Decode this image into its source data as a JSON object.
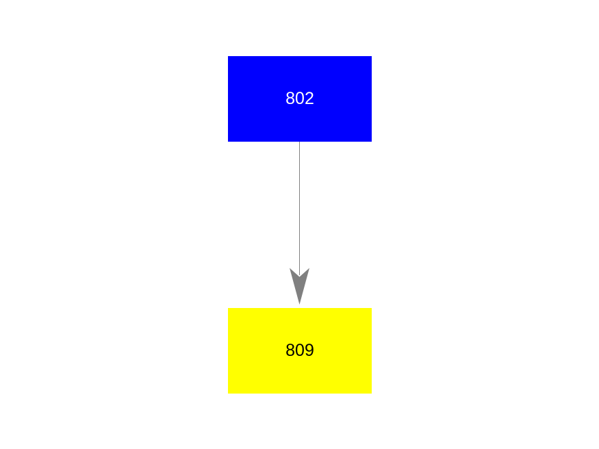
{
  "diagram": {
    "nodes": [
      {
        "id": "top",
        "label": "802",
        "fill": "#0000ff",
        "text_color": "#ffffff"
      },
      {
        "id": "bottom",
        "label": "809",
        "fill": "#ffff00",
        "text_color": "#000000"
      }
    ],
    "edges": [
      {
        "from": "802",
        "to": "809",
        "color": "#808080",
        "direction": "down"
      }
    ]
  }
}
